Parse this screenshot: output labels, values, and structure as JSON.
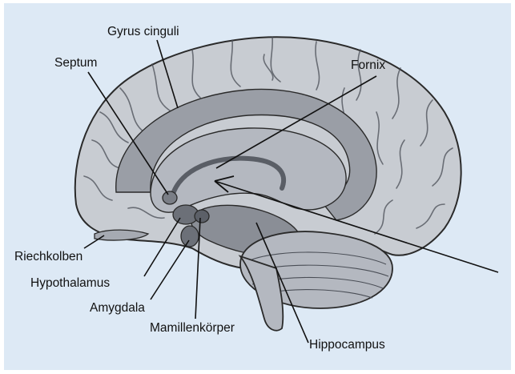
{
  "diagram": {
    "labels": {
      "gyrus_cinguli": "Gyrus cinguli",
      "septum": "Septum",
      "fornix": "Fornix",
      "riechkolben": "Riechkolben",
      "hypothalamus": "Hypothalamus",
      "amygdala": "Amygdala",
      "mamillenkoerper": "Mamillenkörper",
      "hippocampus": "Hippocampus"
    },
    "colors": {
      "background": "#dde9f5",
      "brain_fill": "#c8ccd2",
      "limbic_shade": "#9a9ea6",
      "structure_dark": "#6c7078",
      "outline": "#2a2a2a"
    }
  }
}
